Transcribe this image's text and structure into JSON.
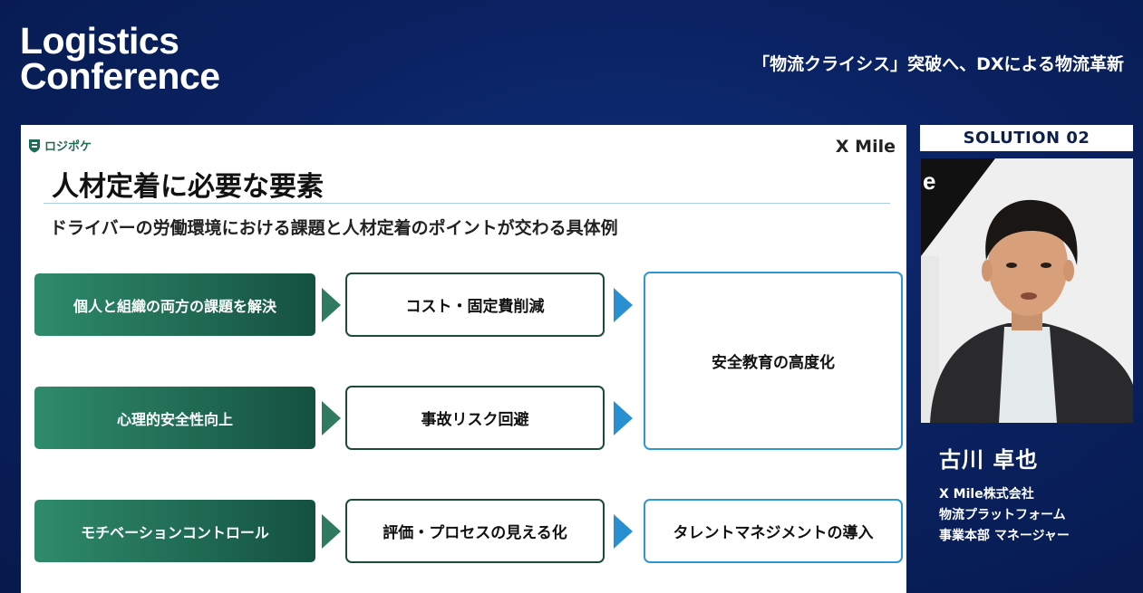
{
  "header": {
    "logo_line1": "Logistics",
    "logo_line2": "Conference",
    "headline": "「物流クライシス」突破へ、DXによる物流革新"
  },
  "slide": {
    "brand": "ロジポケ",
    "partner": "X Mile",
    "title": "人材定着に必要な要素",
    "subtitle": "ドライバーの労働環境における課題と人材定着のポイントが交わる具体例",
    "rows": [
      {
        "left": "個人と組織の両方の課題を解決",
        "middle": "コスト・固定費削減"
      },
      {
        "left": "心理的安全性向上",
        "middle": "事故リスク回避"
      },
      {
        "left": "モチベーションコントロール",
        "middle": "評価・プロセスの見える化",
        "right": "タレントマネジメントの導入"
      }
    ],
    "merged_right": "安全教育の高度化"
  },
  "speaker": {
    "solution_tag": "SOLUTION 02",
    "name": "古川 卓也",
    "company": "X Mile株式会社",
    "department": "物流プラットフォーム",
    "title": "事業本部 マネージャー"
  }
}
